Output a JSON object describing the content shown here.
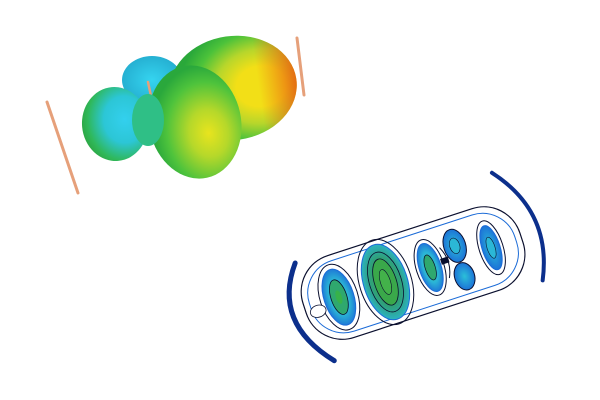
{
  "canvas": {
    "background": "#ffffff"
  },
  "scenes": [
    {
      "kind": "isosurface-render",
      "icon": "molecular-orbital-lobes",
      "colors": {
        "low": "#2ec9ee",
        "mid": "#2fb83a",
        "high": "#f2df17",
        "peak": "#ee6d10",
        "axis": "#e6a07a"
      }
    },
    {
      "kind": "contour-slice-render",
      "icon": "electron-density-contours",
      "colors": {
        "outer": "#0c2f8c",
        "shell": "#1b6bd7",
        "inner": "#2bb7d6",
        "core": "#36a84a",
        "line": "#0a0f2e"
      }
    }
  ]
}
